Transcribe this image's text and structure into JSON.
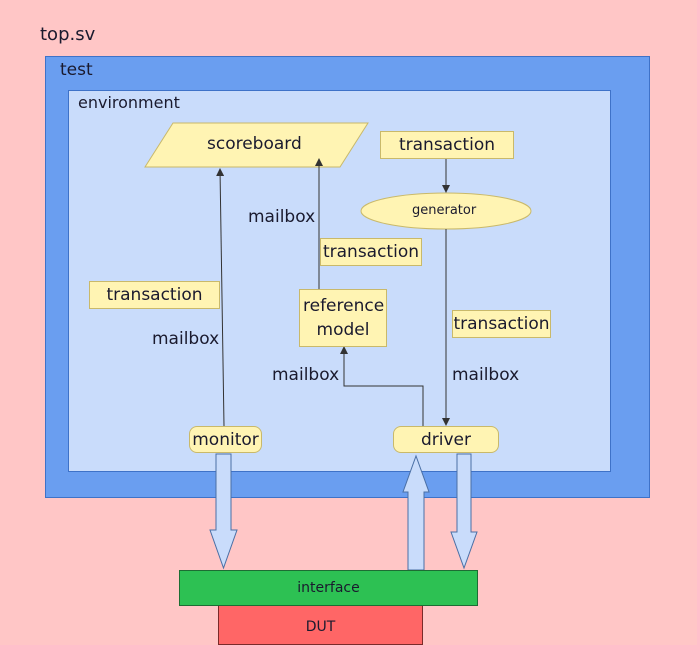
{
  "top_label": "top.sv",
  "test_label": "test",
  "environment_label": "environment",
  "nodes": {
    "scoreboard": "scoreboard",
    "generator": "generator",
    "reference_model": "reference model",
    "monitor": "monitor",
    "driver": "driver",
    "interface": "interface",
    "dut": "DUT"
  },
  "transactions": {
    "top": "transaction",
    "left": "transaction",
    "middle": "transaction",
    "right": "transaction"
  },
  "mailboxes": {
    "monitor_scoreboard": "mailbox",
    "refmodel_scoreboard": "mailbox",
    "driver_refmodel": "mailbox",
    "generator_driver": "mailbox"
  },
  "colors": {
    "top_bg": "#ffc6c6",
    "test_bg": "#6a9ef0",
    "environment_bg": "#c9dcfb",
    "block_bg": "#fff4b3",
    "interface_bg": "#2dc153",
    "dut_bg": "#ff6666",
    "bus_arrow_fill": "#c9dcfb"
  }
}
